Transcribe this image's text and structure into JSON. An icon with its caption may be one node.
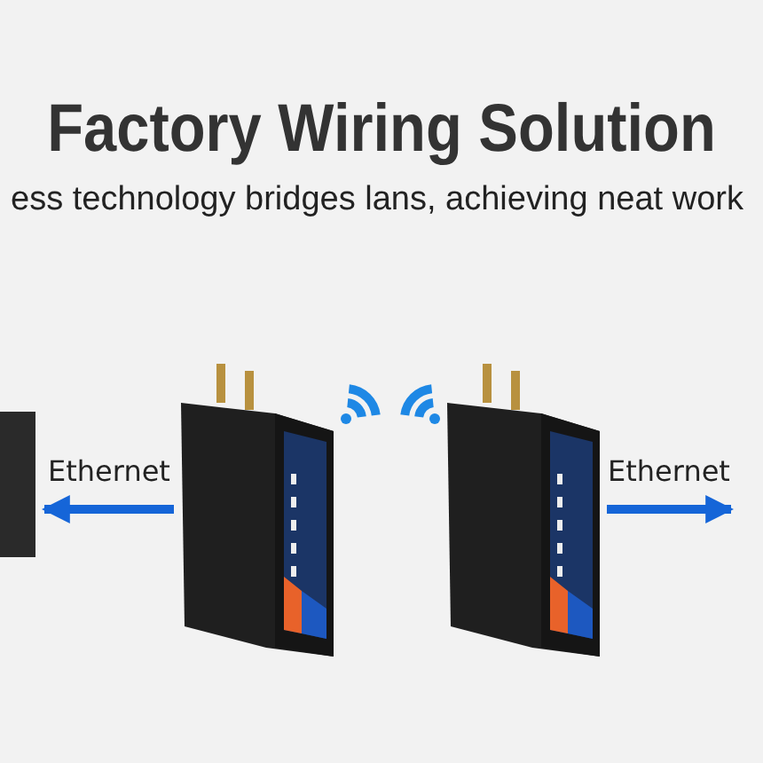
{
  "diagram": {
    "title": "Factory Wiring Solution",
    "nodes": [
      {
        "text": [],
        "shape": "box"
      },
      {
        "text": [],
        "shape": "picture"
      },
      {
        "text": [],
        "shape": "picture"
      }
    ],
    "edges": [
      {
        "from": 1,
        "to": 0,
        "arrow": "to",
        "label": "Ethernet"
      },
      {
        "from": 2,
        "to": null,
        "arrow": "to",
        "label": "Ethernet"
      }
    ],
    "labels": [
      "ess technology bridges lans, achieving neat work"
    ]
  }
}
